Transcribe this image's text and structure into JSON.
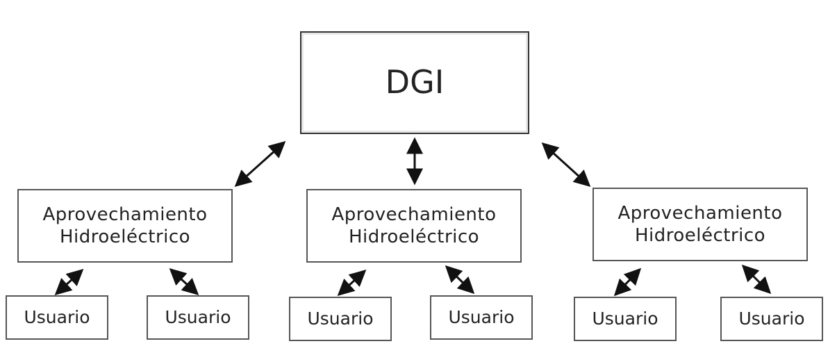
{
  "root": {
    "label": "DGI"
  },
  "aprovechamientos": [
    {
      "line1": "Aprovechamiento",
      "line2": "Hidroeléctrico"
    },
    {
      "line1": "Aprovechamiento",
      "line2": "Hidroeléctrico"
    },
    {
      "line1": "Aprovechamiento",
      "line2": "Hidroeléctrico"
    }
  ],
  "usuarios": [
    {
      "label": "Usuario"
    },
    {
      "label": "Usuario"
    },
    {
      "label": "Usuario"
    },
    {
      "label": "Usuario"
    },
    {
      "label": "Usuario"
    },
    {
      "label": "Usuario"
    }
  ],
  "connector": {
    "color": "#111111",
    "style": "double-headed-arrow"
  }
}
